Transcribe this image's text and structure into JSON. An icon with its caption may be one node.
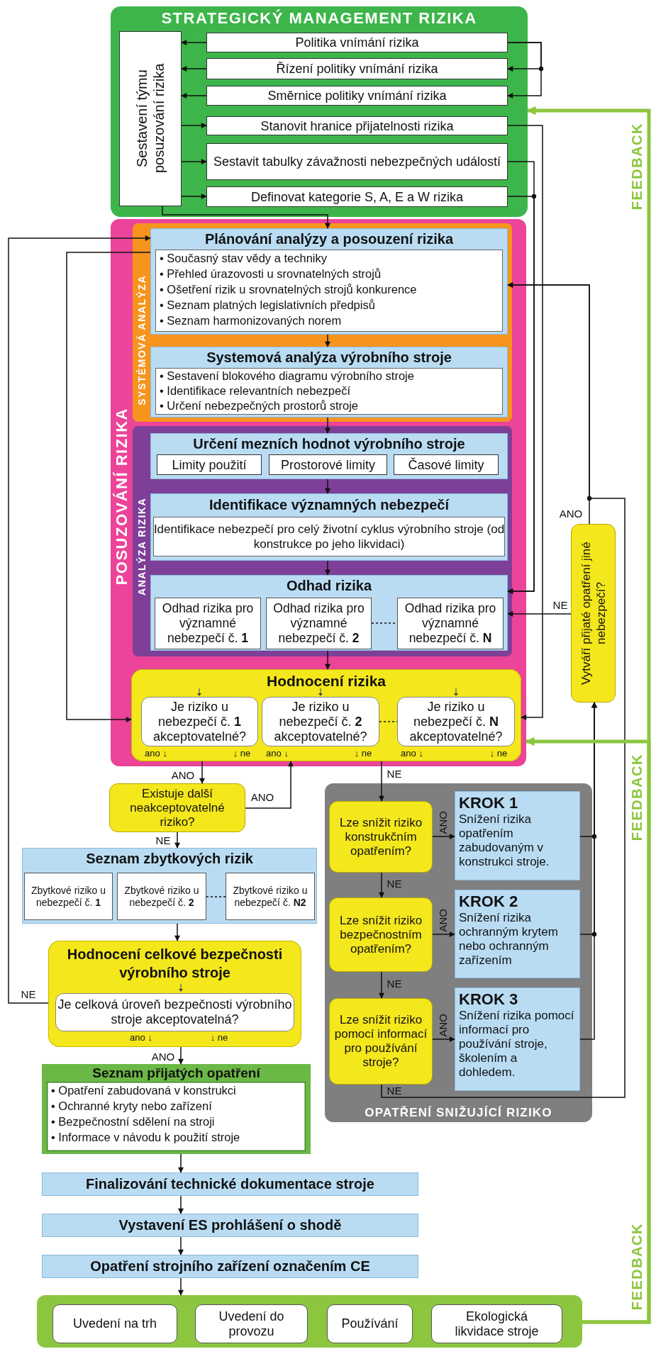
{
  "diagram": {
    "nodes": [
      {
        "text": [
          "STRATEGICKÝ MANAGEMENT RIZIKA"
        ]
      },
      {
        "text": [
          "Sestavení týmu posuzování rizika"
        ],
        "in": 0
      },
      {
        "text": [
          "Politika vnímání rizika"
        ],
        "in": 0
      },
      {
        "text": [
          "Řízení politiky vnímání rizika"
        ],
        "in": 0
      },
      {
        "text": [
          "Směrnice politiky vnímání rizika"
        ],
        "in": 0
      },
      {
        "text": [
          "Stanovit hranice přijatelnosti rizika"
        ],
        "in": 0
      },
      {
        "text": [
          "Sestavit tabulky závažnosti nebezpečných událostí"
        ],
        "in": 0
      },
      {
        "text": [
          "Definovat kategorie S, A, E a W rizika"
        ],
        "in": 0
      },
      {
        "text": [
          "POSUZOVÁNÍ RIZIKA"
        ]
      },
      {
        "text": [
          "SYSTÉMOVÁ ANALÝZA"
        ],
        "in": 8
      },
      {
        "text": [
          "Plánování analýzy a posouzení rizika",
          "• Současný stav vědy a techniky",
          "• Přehled úrazovosti u srovnatelných strojů",
          "• Ošetření rizik u srovnatelných strojů konkurence",
          "• Seznam platných legislativních předpisů",
          "• Seznam harmonizovaných norem"
        ],
        "in": 9
      },
      {
        "text": [
          "Systemová analýza výrobního stroje",
          "• Sestavení blokového diagramu výrobního stroje",
          "• Identifikace relevantních nebezpečí",
          "• Určení nebezpečných prostorů stroje"
        ],
        "in": 9
      },
      {
        "text": [
          "ANALÝZA RIZIKA"
        ],
        "in": 8
      },
      {
        "text": [
          "Určení mezních hodnot výrobního stroje"
        ],
        "in": 12
      },
      {
        "text": [
          "Limity použití"
        ],
        "in": 13
      },
      {
        "text": [
          "Prostorové limity"
        ],
        "in": 13
      },
      {
        "text": [
          "Časové limity"
        ],
        "in": 13
      },
      {
        "text": [
          "Identifikace významných nebezpečí",
          "Identifikace nebezpečí pro celý životní cyklus výrobního stroje (od konstrukce po jeho likvidaci)"
        ],
        "in": 12
      },
      {
        "text": [
          "Odhad rizika"
        ],
        "in": 12
      },
      {
        "text": [
          "Odhad rizika pro významné nebezpečí č. **1**"
        ],
        "in": 18
      },
      {
        "text": [
          "Odhad rizika pro významné nebezpečí č. **2**"
        ],
        "in": 18
      },
      {
        "text": [
          "Odhad rizika pro významné nebezpečí č. **N**"
        ],
        "in": 18
      },
      {
        "text": [
          "Hodnocení rizika"
        ],
        "in": 8
      },
      {
        "text": [
          "Je riziko u nebezpečí č. **1** akceptovatelné?"
        ],
        "in": 22
      },
      {
        "text": [
          "Je riziko u nebezpečí č. **2** akceptovatelné?"
        ],
        "in": 22
      },
      {
        "text": [
          "Je riziko u nebezpečí č. **N** akceptovatelné?"
        ],
        "in": 22
      },
      {
        "text": [
          "Existuje další neakceptovatelné riziko?"
        ]
      },
      {
        "text": [
          "Seznam zbytkových rizik"
        ]
      },
      {
        "text": [
          "Zbytkové riziko u nebezpečí č. **1**"
        ],
        "in": 27
      },
      {
        "text": [
          "Zbytkové riziko u nebezpečí č. **2**"
        ],
        "in": 27
      },
      {
        "text": [
          "Zbytkové riziko u nebezpečí č. **N2**"
        ],
        "in": 27
      },
      {
        "text": [
          "Hodnocení celkové bezpečnosti výrobního stroje"
        ]
      },
      {
        "text": [
          "Je celková úroveň bezpečnosti výrobního stroje akceptovatelná?"
        ],
        "in": 31
      },
      {
        "text": [
          "Seznam přijatých opatření",
          "• Opatření zabudovaná v konstrukci",
          "• Ochranné kryty nebo zařízení",
          "• Bezpečnostní sdělení na stroji",
          "• Informace v návodu k použití stroje"
        ]
      },
      {
        "text": [
          "Finalizování technické dokumentace stroje"
        ]
      },
      {
        "text": [
          "Vystavení ES prohlášení o shodě"
        ]
      },
      {
        "text": [
          "Opatření strojního zařízení označením CE"
        ]
      },
      {
        "text": [],
        "shape": "box"
      },
      {
        "text": [
          "Uvedení na trh"
        ],
        "in": 37
      },
      {
        "text": [
          "Uvedení do provozu"
        ],
        "in": 37
      },
      {
        "text": [
          "Používání"
        ],
        "in": 37
      },
      {
        "text": [
          "Ekologická likvidace stroje"
        ],
        "in": 37
      },
      {
        "text": [
          "OPATŘENÍ SNIŽUJÍCÍ RIZIKO"
        ]
      },
      {
        "text": [
          "Lze snížit riziko konstrukčním opatřením?"
        ],
        "in": 42
      },
      {
        "text": [
          "KROK 1",
          "Snížení rizika opatřením zabudovaným v konstrukci stroje."
        ],
        "in": 42
      },
      {
        "text": [
          "Lze snížit riziko bezpečnostním opatřením?"
        ],
        "in": 42
      },
      {
        "text": [
          "KROK 2",
          "Snížení rizika ochranným krytem nebo ochranným zařízením"
        ],
        "in": 42
      },
      {
        "text": [
          "Lze snížit riziko pomocí informací pro používání stroje?"
        ],
        "in": 42
      },
      {
        "text": [
          "KROK 3",
          "Snížení rizika pomocí informací pro používání stroje, školením a dohledem."
        ],
        "in": 42
      },
      {
        "text": [
          "Vytváří přijaté opatření jiné nebezpečí?"
        ]
      }
    ],
    "edges": [
      {
        "from": 2,
        "to": 1,
        "arrow": "to"
      },
      {
        "from": 3,
        "to": 1,
        "arrow": "to"
      },
      {
        "from": 4,
        "to": 1,
        "arrow": "to"
      },
      {
        "from": 1,
        "to": 5,
        "arrow": "to"
      },
      {
        "from": 1,
        "to": 6,
        "arrow": "to"
      },
      {
        "from": 1,
        "to": 7,
        "arrow": "to"
      },
      {
        "from": 2,
        "to": 3,
        "arrow": "to"
      },
      {
        "from": 2,
        "to": 4,
        "arrow": "to"
      },
      {
        "from": 1,
        "to": 10,
        "arrow": "to"
      },
      {
        "from": 5,
        "to": 22,
        "arrow": "to"
      },
      {
        "from": 6,
        "to": 18,
        "arrow": "to"
      },
      {
        "from": 7,
        "to": 18,
        "arrow": "to"
      },
      {
        "from": 10,
        "to": 11,
        "arrow": "to"
      },
      {
        "from": 11,
        "to": 13,
        "arrow": "to"
      },
      {
        "from": 13,
        "to": 17,
        "arrow": "to"
      },
      {
        "from": 17,
        "to": 18,
        "arrow": "to"
      },
      {
        "from": 18,
        "to": 22,
        "arrow": "to"
      },
      {
        "from": 10,
        "to": 22,
        "arrow": "to"
      },
      {
        "from": 31,
        "to": 10,
        "label": "NE",
        "arrow": "to"
      },
      {
        "from": 22,
        "to": 26,
        "label": "ANO",
        "arrow": "to"
      },
      {
        "from": 26,
        "to": 22,
        "label": "ANO",
        "arrow": "to"
      },
      {
        "from": 26,
        "to": 27,
        "label": "NE",
        "arrow": "to"
      },
      {
        "from": 22,
        "to": 43,
        "label": "NE",
        "arrow": "to"
      },
      {
        "from": 43,
        "to": 44,
        "label": "ANO",
        "arrow": "to"
      },
      {
        "from": 43,
        "to": 45,
        "label": "NE",
        "arrow": "to"
      },
      {
        "from": 45,
        "to": 46,
        "label": "ANO",
        "arrow": "to"
      },
      {
        "from": 45,
        "to": 47,
        "label": "NE",
        "arrow": "to"
      },
      {
        "from": 47,
        "to": 48,
        "label": "ANO",
        "arrow": "to"
      },
      {
        "from": 47,
        "to": 10,
        "label": "NE",
        "arrow": "to"
      },
      {
        "from": 44,
        "to": 49,
        "arrow": "to"
      },
      {
        "from": 46,
        "to": 49,
        "arrow": "to"
      },
      {
        "from": 48,
        "to": 49,
        "arrow": "to"
      },
      {
        "from": 49,
        "to": 10,
        "label": "ANO",
        "arrow": "to"
      },
      {
        "from": 49,
        "to": 18,
        "label": "NE",
        "arrow": "to"
      },
      {
        "from": 27,
        "to": 31,
        "arrow": "to"
      },
      {
        "from": 31,
        "to": 33,
        "label": "ANO",
        "arrow": "to"
      },
      {
        "from": 33,
        "to": 34,
        "arrow": "to"
      },
      {
        "from": 34,
        "to": 35,
        "arrow": "to"
      },
      {
        "from": 35,
        "to": 36,
        "arrow": "to"
      },
      {
        "from": 36,
        "to": 37,
        "arrow": "to"
      },
      {
        "from": 37,
        "to": 0,
        "arrow": "to",
        "style": "thick",
        "color": "#8cc63f"
      },
      {
        "from": 37,
        "to": 8,
        "arrow": "to",
        "style": "thick",
        "color": "#8cc63f"
      },
      {
        "from": 20,
        "to": 21,
        "arrow": "none",
        "style": "dashed"
      },
      {
        "from": 24,
        "to": 25,
        "arrow": "none",
        "style": "dashed"
      },
      {
        "from": 29,
        "to": 30,
        "arrow": "none",
        "style": "dashed"
      }
    ],
    "labels": [
      "FEEDBACK",
      "ano ↓",
      "↓ ne",
      "ano ↓",
      "↓ ne",
      "ano ↓",
      "↓ ne",
      "FEEDBACK",
      "ano ↓",
      "↓ ne",
      "FEEDBACK"
    ]
  }
}
